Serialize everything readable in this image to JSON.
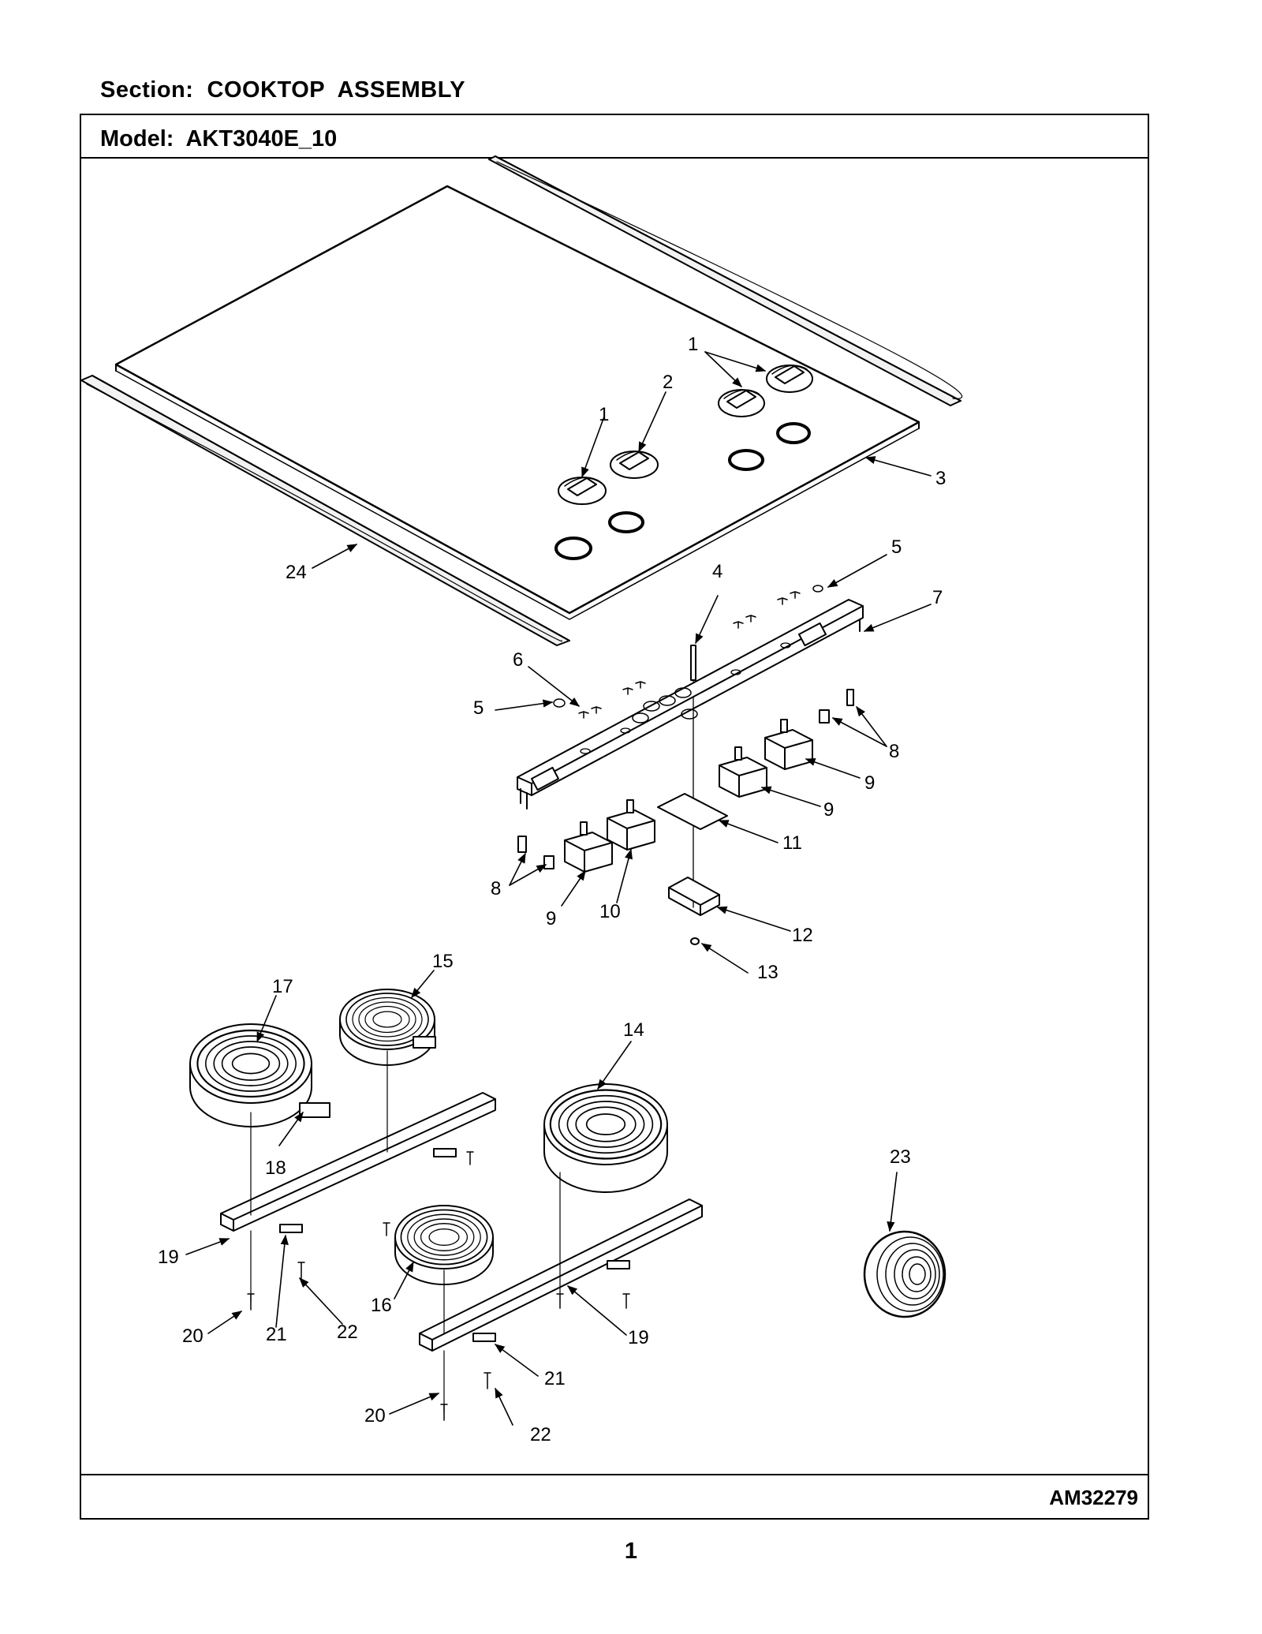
{
  "header": {
    "section_label": "Section:  COOKTOP  ASSEMBLY"
  },
  "frame": {
    "model_label": "Model:  AKT3040E_10",
    "drawing_id": "AM32279"
  },
  "page_number": "1",
  "callouts": {
    "knob_right": "1",
    "knob_left": "1",
    "knob_2": "2",
    "glass_top": "3",
    "rod_4": "4",
    "clip_5_right": "5",
    "clip_5_left": "5",
    "screw_6": "6",
    "control_bracket_7": "7",
    "bracket_8_right": "8",
    "bracket_8_left": "8",
    "switch_9_a": "9",
    "switch_9_b": "9",
    "switch_9_c": "9",
    "switch_10": "10",
    "insulator_11": "11",
    "indicator_12": "12",
    "nut_13": "13",
    "element_14": "14",
    "element_15": "15",
    "element_16": "16",
    "element_17": "17",
    "terminal_18": "18",
    "support_19_left": "19",
    "support_19_right": "19",
    "screw_20_left": "20",
    "screw_20_right": "20",
    "clip_21_left": "21",
    "clip_21_right": "21",
    "screw_22_left": "22",
    "screw_22_right": "22",
    "tape_23": "23",
    "side_trim_24": "24"
  }
}
